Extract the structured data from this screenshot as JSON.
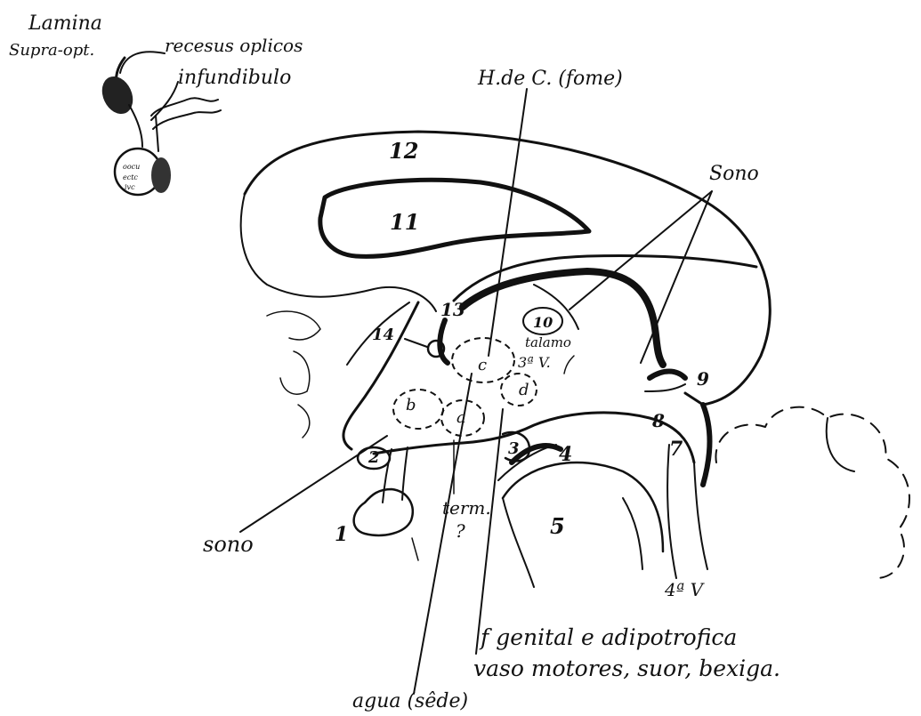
{
  "labels": {
    "lamina_1": "Lamina",
    "lamina_2": "Supra-opt.",
    "recesus": "recesus oplicos",
    "infundibulo": "infundibulo",
    "hdec": "H.de C. (fome)",
    "sono_top": "Sono",
    "sono_left": "sono",
    "talamo": "talamo",
    "v3": "3ª V.",
    "v4": "4ª V",
    "term": "term.",
    "question": "?",
    "footer_1": "f genital e adipotrofica",
    "footer_2": "vaso motores, suor, bexiga.",
    "agua": "agua (sêde)"
  },
  "small_labels": {
    "a": "a",
    "b": "b",
    "c": "c",
    "d": "d"
  },
  "numbers": {
    "n1": "1",
    "n2": "2",
    "n3": "3",
    "n4": "4",
    "n5": "5",
    "n7": "7",
    "n8": "8",
    "n9": "9",
    "n10": "10",
    "n11": "11",
    "n12": "12",
    "n13": "13",
    "n14": "14"
  }
}
